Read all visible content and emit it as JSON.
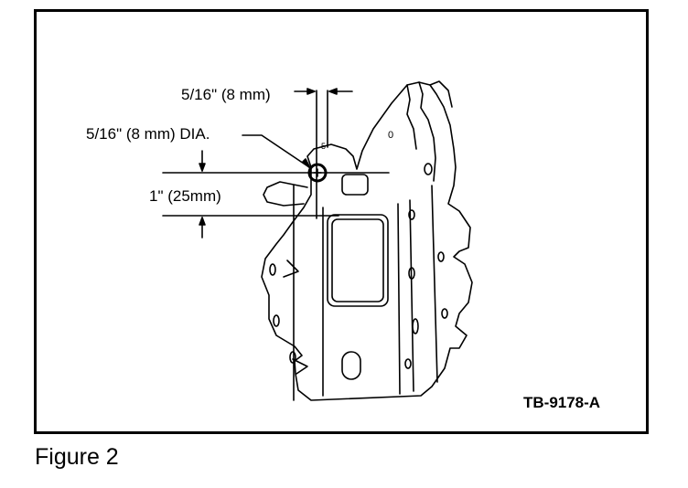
{
  "diagram": {
    "labels": {
      "width_dimension": "5/16\" (8 mm)",
      "hole_diameter": "5/16\" (8 mm) DIA.",
      "offset_dimension": "1\" (25mm)",
      "reference_code": "TB-9178-A"
    },
    "part_markings": [
      "0",
      "5"
    ]
  },
  "caption": "Figure 2"
}
